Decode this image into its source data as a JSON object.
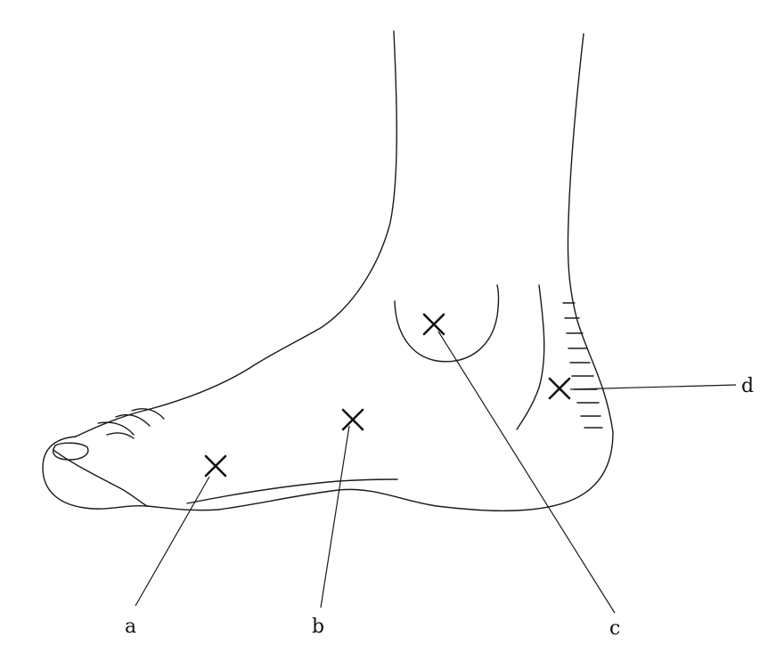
{
  "diagram": {
    "subject": "foot",
    "markers": [
      {
        "id": "a",
        "label": "a"
      },
      {
        "id": "b",
        "label": "b"
      },
      {
        "id": "c",
        "label": "c"
      },
      {
        "id": "d",
        "label": "d"
      }
    ]
  }
}
